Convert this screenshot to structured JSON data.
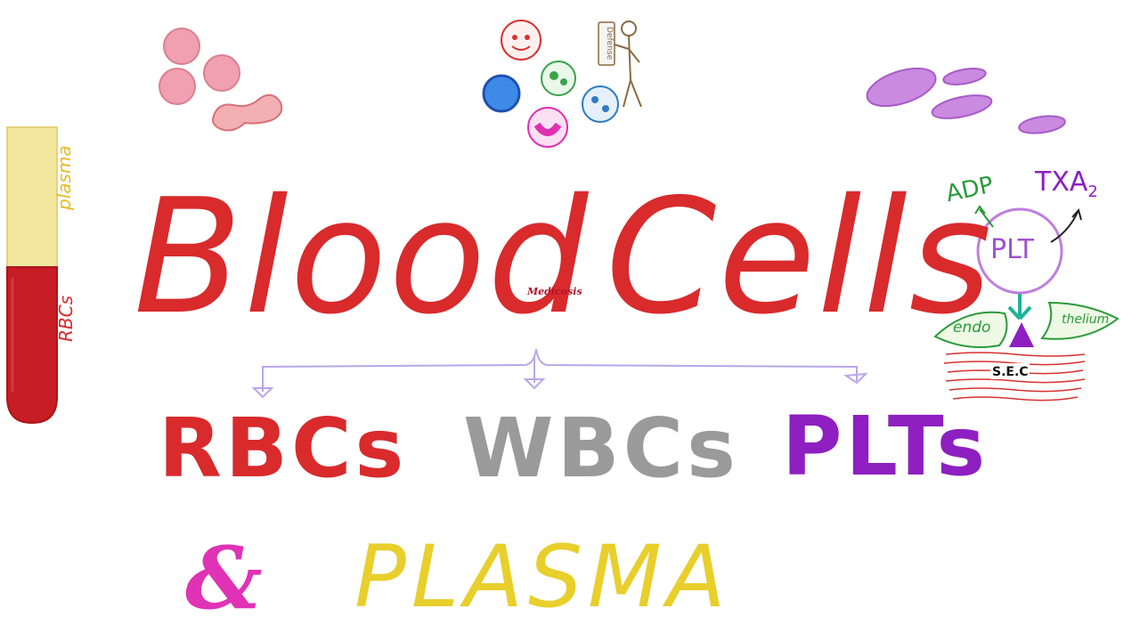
{
  "title": {
    "part1": "Blood",
    "part2": "Cells"
  },
  "watermark": "Medicosis",
  "categories": {
    "rbcs": "RBCs",
    "wbcs": "WBCs",
    "plts": "PLTs"
  },
  "footer": {
    "ampersand": "&",
    "plasma": "PLASMA"
  },
  "tube": {
    "plasma_label": "plasma",
    "rbcs_label": "RBCs"
  },
  "wbc_sign": "Defense",
  "platelet_diagram": {
    "adp": "ADP",
    "txa": "TXA",
    "txa_sub": "2",
    "plt": "PLT",
    "endo": "endo",
    "thelium": "thelium",
    "sec": "S.E.C"
  },
  "colors": {
    "red": "#d92a2c",
    "gray": "#9a9a9a",
    "purple": "#8e1fc0",
    "yellow": "#e8cf2c",
    "magenta": "#e032b5",
    "lavender": "#b8a6ea",
    "green": "#2a9a3a"
  }
}
